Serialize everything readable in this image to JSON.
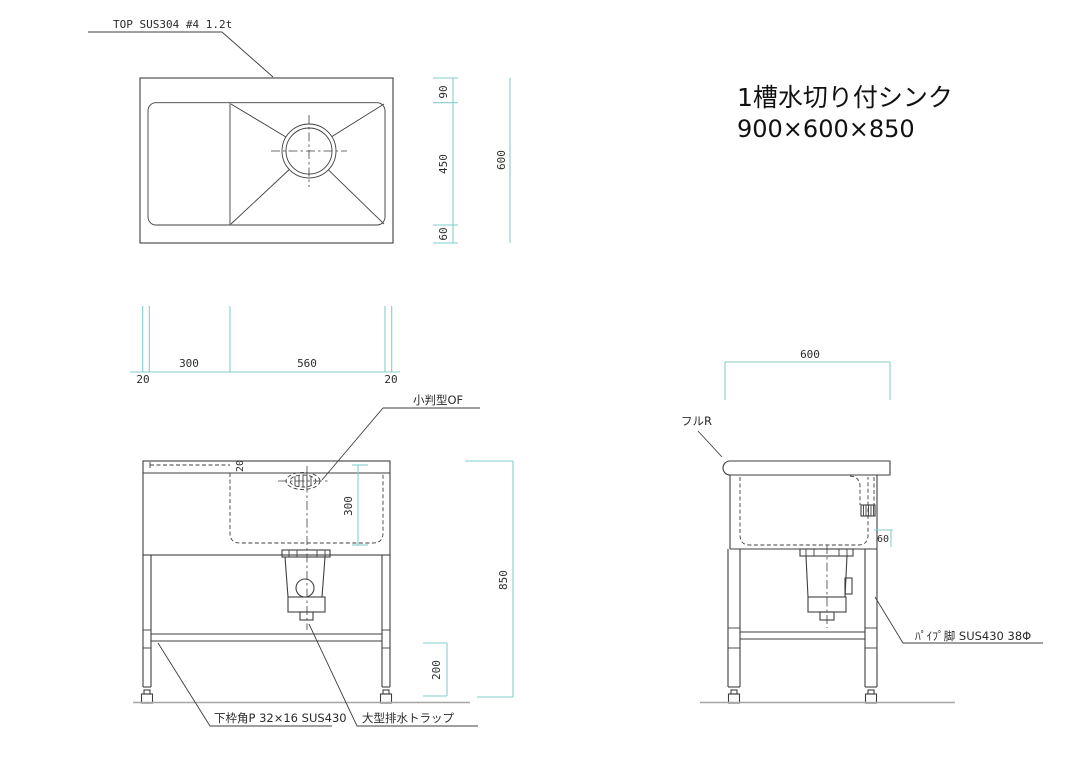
{
  "title": {
    "line1": "1槽水切り付シンク",
    "line2": "900×600×850"
  },
  "labels": {
    "top_material": "TOP SUS304 #4 1.2t",
    "overflow": "小判型OF",
    "full_radius": "フルR",
    "lower_frame": "下枠角P 32×16 SUS430",
    "drain_trap": "大型排水トラップ",
    "pipe_leg": "ﾊﾟｲﾌﾟ脚 SUS430 38Φ"
  },
  "dimensions": {
    "plan_right_back_gap": "90",
    "plan_right_basin": "450",
    "plan_right_front_gap": "60",
    "plan_right_overall": "600",
    "plan_bottom_left_edge": "20",
    "plan_bottom_drainboard": "300",
    "plan_bottom_basin": "560",
    "plan_bottom_right_edge": "20",
    "front_rim": "20",
    "front_basin_depth": "300",
    "front_overall_height": "850",
    "front_frame_height": "200",
    "side_overall_depth": "600",
    "side_back_offset": "60"
  },
  "colors": {
    "line": "#3f3f3f",
    "dim": "#84cdcd",
    "floor": "#a6a6a6",
    "text": "#2b2b2b"
  }
}
